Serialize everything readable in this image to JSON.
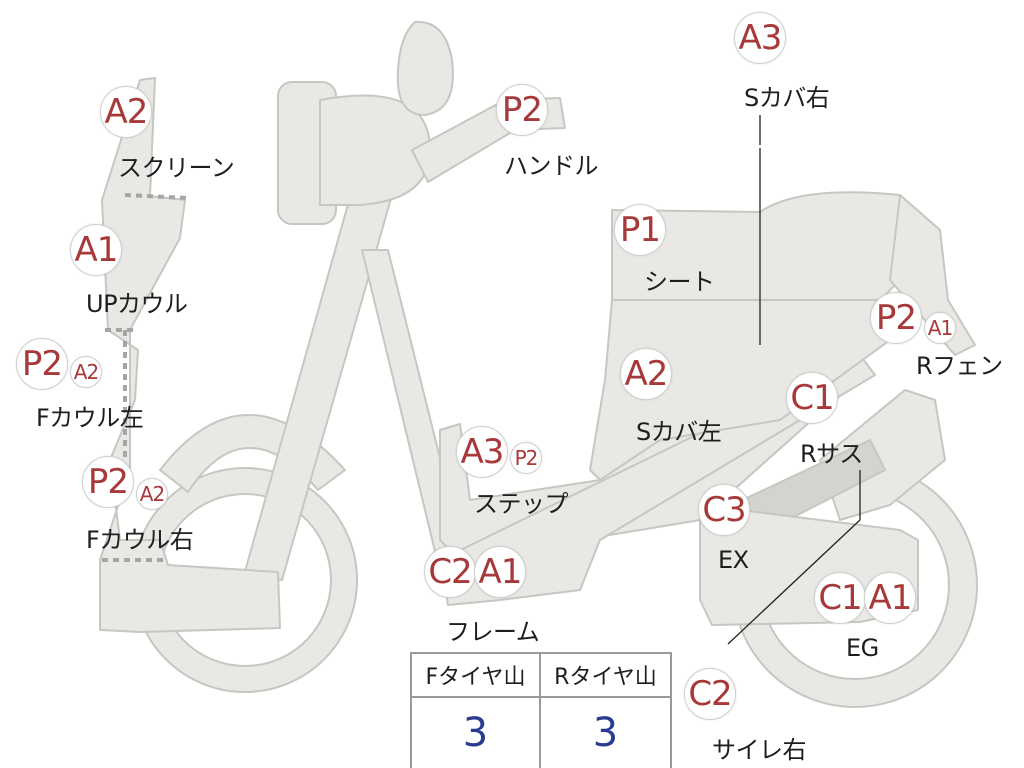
{
  "colors": {
    "part_fill": "#e9e8e4",
    "part_stroke": "#c8c6c0",
    "badge_text": "#a8393a",
    "value_text": "#2a3c8f"
  },
  "parts": {
    "screen": {
      "label": "スクリーン",
      "codes": [
        "A2"
      ]
    },
    "up_cowl": {
      "label": "UPカウル",
      "codes": [
        "A1"
      ]
    },
    "f_cowl_left": {
      "label": "Fカウル左",
      "codes": [
        "P2",
        "A2"
      ]
    },
    "f_cowl_right": {
      "label": "Fカウル右",
      "codes": [
        "P2",
        "A2"
      ]
    },
    "handle": {
      "label": "ハンドル",
      "codes": [
        "P2"
      ]
    },
    "s_cover_right": {
      "label": "Sカバ右",
      "codes": [
        "A3"
      ]
    },
    "seat": {
      "label": "シート",
      "codes": [
        "P1"
      ]
    },
    "r_fender": {
      "label": "Rフェン",
      "codes": [
        "P2",
        "A1"
      ]
    },
    "s_cover_left": {
      "label": "Sカバ左",
      "codes": [
        "A2"
      ]
    },
    "r_suspension": {
      "label": "Rサス",
      "codes": [
        "C1"
      ]
    },
    "step": {
      "label": "ステップ",
      "codes": [
        "A3",
        "P2"
      ]
    },
    "exhaust": {
      "label": "EX",
      "codes": [
        "C3"
      ]
    },
    "frame": {
      "label": "フレーム",
      "codes": [
        "C2",
        "A1"
      ]
    },
    "engine": {
      "label": "EG",
      "codes": [
        "C1",
        "A1"
      ]
    },
    "muffler_right": {
      "label": "サイレ右",
      "codes": [
        "C2"
      ]
    }
  },
  "tire_table": {
    "headers": [
      "Fタイヤ山",
      "Rタイヤ山"
    ],
    "values": [
      "3",
      "3"
    ]
  }
}
